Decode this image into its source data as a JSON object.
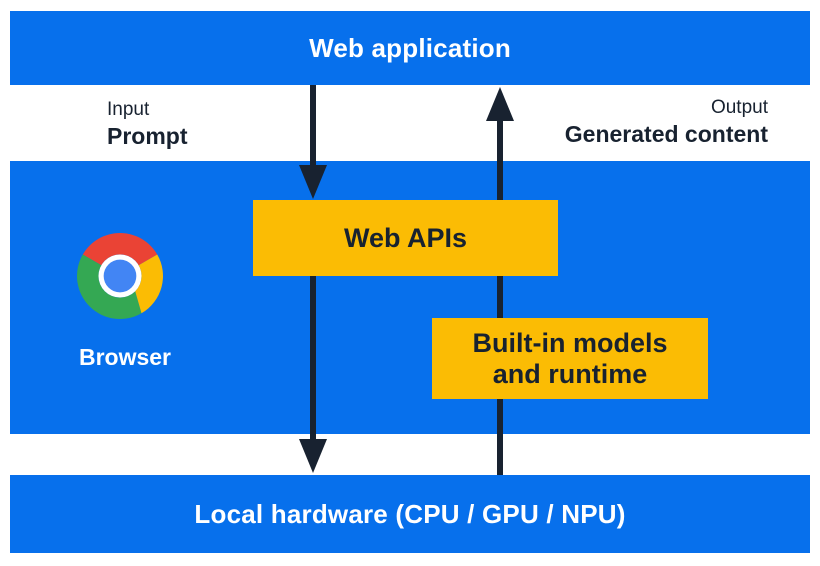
{
  "colors": {
    "section_blue": "#0770ec",
    "box_yellow": "#fbbc04",
    "ink_navy": "#182230",
    "white": "#ffffff",
    "chrome_red": "#ea4335",
    "chrome_yellow": "#fbbc04",
    "chrome_green": "#34a853",
    "chrome_blue": "#4285f4"
  },
  "web_application": {
    "label": "Web application"
  },
  "io": {
    "input_caption": "Input",
    "input_value": "Prompt",
    "output_caption": "Output",
    "output_value": "Generated content"
  },
  "browser": {
    "label": "Browser",
    "logo_icon": "chrome-logo-icon"
  },
  "boxes": {
    "web_apis": {
      "label": "Web APIs"
    },
    "builtin": {
      "line1": "Built-in models",
      "line2": "and runtime"
    }
  },
  "local_hardware": {
    "label": "Local hardware (CPU / GPU / NPU)"
  },
  "arrows": {
    "down_to_web_apis": "web-application-to-web-apis",
    "down_to_hardware": "web-apis-to-local-hardware",
    "up_to_web_application": "local-hardware-to-web-application"
  }
}
